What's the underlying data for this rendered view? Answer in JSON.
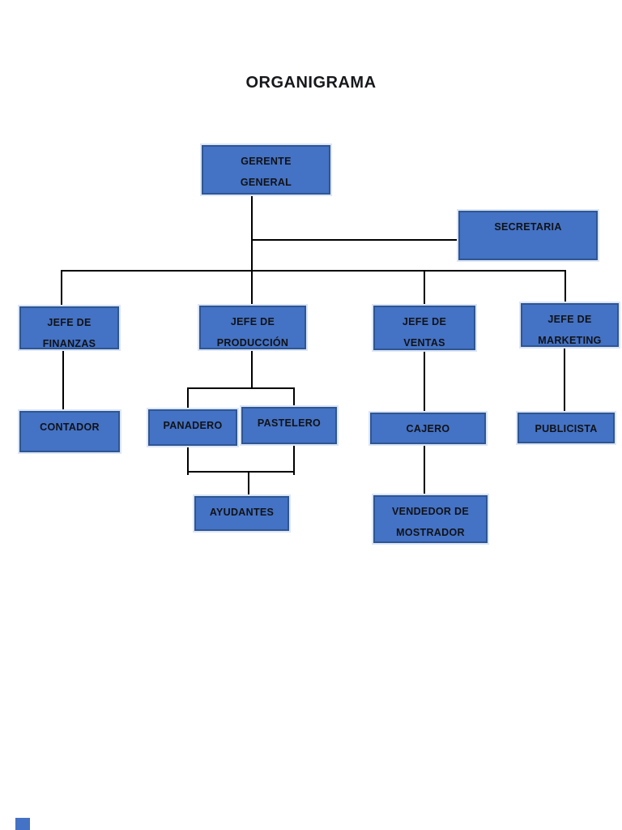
{
  "page": {
    "title": "ORGANIGRAMA"
  },
  "colors": {
    "box_fill": "#4472C4",
    "box_border": "#2e5693",
    "box_halo": "#dce6f5",
    "box_text": "#101216",
    "line": "#000000",
    "page_background": "#ffffff"
  },
  "org": {
    "gerente": {
      "line1": "GERENTE",
      "line2": "GENERAL"
    },
    "secretaria": {
      "line1": "SECRETARIA"
    },
    "finanzas": {
      "line1": "JEFE DE",
      "line2": "FINANZAS"
    },
    "produccion": {
      "line1": "JEFE DE",
      "line2": "PRODUCCIÓN"
    },
    "ventas": {
      "line1": "JEFE DE",
      "line2": "VENTAS"
    },
    "marketing": {
      "line1": "JEFE DE",
      "line2": "MARKETING"
    },
    "contador": {
      "line1": "CONTADOR"
    },
    "panadero": {
      "line1": "PANADERO"
    },
    "pastelero": {
      "line1": "PASTELERO"
    },
    "cajero": {
      "line1": "CAJERO"
    },
    "publicista": {
      "line1": "PUBLICISTA"
    },
    "ayudantes": {
      "line1": "AYUDANTES"
    },
    "vendedor": {
      "line1": "VENDEDOR DE",
      "line2": "MOSTRADOR"
    }
  },
  "edges": [
    {
      "from": "GERENTE GENERAL",
      "to": "SECRETARIA"
    },
    {
      "from": "GERENTE GENERAL",
      "to": "JEFE DE FINANZAS"
    },
    {
      "from": "GERENTE GENERAL",
      "to": "JEFE DE PRODUCCIÓN"
    },
    {
      "from": "GERENTE GENERAL",
      "to": "JEFE DE VENTAS"
    },
    {
      "from": "GERENTE GENERAL",
      "to": "JEFE DE MARKETING"
    },
    {
      "from": "JEFE DE FINANZAS",
      "to": "CONTADOR"
    },
    {
      "from": "JEFE DE PRODUCCIÓN",
      "to": "PANADERO"
    },
    {
      "from": "JEFE DE PRODUCCIÓN",
      "to": "PASTELERO"
    },
    {
      "from": "PANADERO",
      "to": "AYUDANTES"
    },
    {
      "from": "PASTELERO",
      "to": "AYUDANTES"
    },
    {
      "from": "JEFE DE VENTAS",
      "to": "CAJERO"
    },
    {
      "from": "CAJERO",
      "to": "VENDEDOR DE MOSTRADOR"
    },
    {
      "from": "JEFE DE MARKETING",
      "to": "PUBLICISTA"
    }
  ]
}
